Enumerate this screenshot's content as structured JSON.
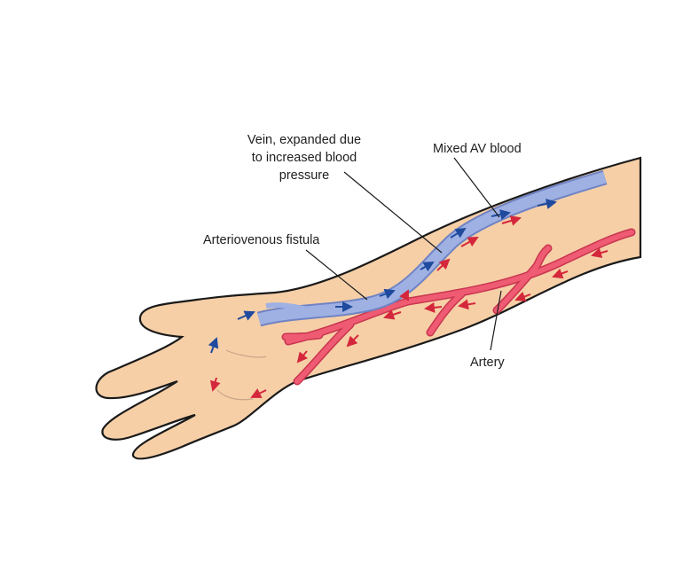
{
  "labels": {
    "vein_line1": "Vein, expanded due",
    "vein_line2": "to increased blood",
    "vein_line3": "pressure",
    "mixed": "Mixed AV blood",
    "fistula": "Arteriovenous fistula",
    "artery": "Artery"
  },
  "colors": {
    "skin": "#f6cfa7",
    "vein": "#9fb1e3",
    "vein_outline": "#6f83c4",
    "artery": "#ee5b72",
    "artery_outline": "#c9354f",
    "arrow_blue": "#1f4a9e",
    "arrow_red": "#d4273c"
  }
}
